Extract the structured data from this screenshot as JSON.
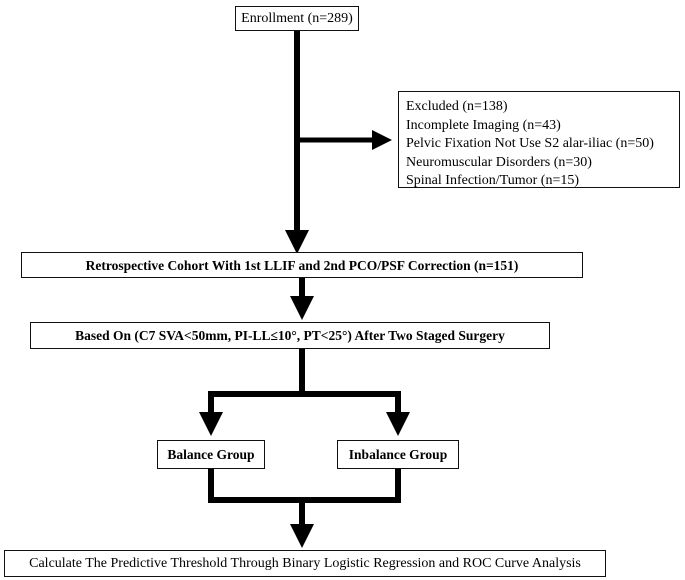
{
  "enrollment": "Enrollment (n=289)",
  "excluded": {
    "title": "Excluded (n=138)",
    "reasons": [
      "Incomplete Imaging (n=43)",
      "Pelvic Fixation Not Use S2 alar-iliac (n=50)",
      "Neuromuscular Disorders (n=30)",
      "Spinal Infection/Tumor (n=15)"
    ]
  },
  "cohort": "Retrospective Cohort With 1st LLIF and 2nd PCO/PSF Correction (n=151)",
  "criteria": "Based On (C7 SVA<50mm, PI-LL≤10°, PT<25°) After Two Staged Surgery",
  "balance_group": "Balance Group",
  "inbalance_group": "Inbalance Group",
  "analysis": "Calculate The Predictive Threshold Through Binary Logistic Regression and ROC Curve Analysis",
  "colors": {
    "line": "#000000",
    "border": "#111111"
  }
}
